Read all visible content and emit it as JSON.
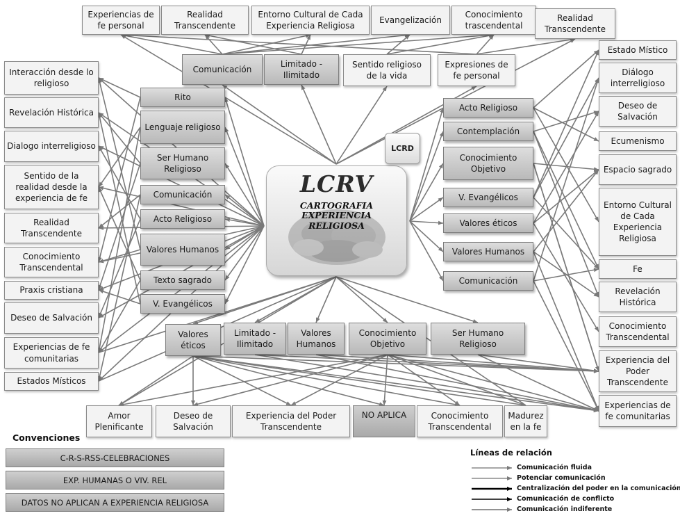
{
  "center": {
    "title": "LCRV",
    "subtitle": [
      "CARTOGRAFIA",
      "EXPERIENCIA",
      "RELIGIOSA"
    ],
    "badge": "LCRD"
  },
  "top_row": [
    "Experiencias de fe personal",
    "Realidad Transcendente",
    "Entorno Cultural de Cada Experiencia Religiosa",
    "Evangelización",
    "Conocimiento trascendental",
    "Realidad Transcendente"
  ],
  "top_inner": [
    "Comunicación",
    "Limitado - Ilimitado",
    "Sentido religioso de la vida",
    "Expresiones de fe personal"
  ],
  "left_outer": [
    "Interacción desde lo religioso",
    "Revelación Histórica",
    "Dialogo interreligioso",
    "Sentido de la realidad desde la experiencia de fe",
    "Realidad Transcendente",
    "Conocimiento Transcendental",
    "Praxis cristiana",
    "Deseo de Salvación",
    "Experiencias de fe comunitarias",
    "Estados Místicos"
  ],
  "left_inner": [
    "Rito",
    "Lenguaje religioso",
    "Ser Humano Religioso",
    "Comunicación",
    "Acto Religioso",
    "Valores Humanos",
    "Texto sagrado",
    "V. Evangélicos"
  ],
  "right_inner": [
    "Acto Religioso",
    "Contemplación",
    "Conocimiento Objetivo",
    "V. Evangélicos",
    "Valores éticos",
    "Valores Humanos",
    "Comunicación"
  ],
  "right_outer": [
    "Estado Místico",
    "Diálogo interreligioso",
    "Deseo de Salvación",
    "Ecumenismo",
    "Espacio sagrado",
    "Entorno Cultural de Cada Experiencia Religiosa",
    "Fe",
    "Revelación Histórica",
    "Conocimiento Transcendental",
    "Experiencia del Poder Transcendente",
    "Experiencias de fe comunitarias"
  ],
  "bottom_inner": [
    "Valores éticos",
    "Limitado - Ilimitado",
    "Valores Humanos",
    "Conocimiento Objetivo",
    "Ser Humano Religioso"
  ],
  "bottom_row": [
    "Amor Plenificante",
    "Deseo de Salvación",
    "Experiencia del Poder Transcendente",
    "NO APLICA",
    "Conocimiento Transcendental",
    "Madurez en la fe"
  ],
  "conventions": {
    "title": "Convenciones",
    "items": [
      "C-R-S-RSS-CELEBRACIONES",
      "EXP. HUMANAS O VIV. REL",
      "DATOS NO APLICAN A EXPERIENCIA RELIGIOSA"
    ]
  },
  "legend": {
    "title": "Líneas de relación",
    "items": [
      "Comunicación fluida",
      "Potenciar comunicación",
      "Centralización del poder en la comunicación",
      "Comunicación de conflicto",
      "Comunicación indiferente"
    ]
  },
  "colors": {
    "line": "#7a7a7a",
    "box_fill": "#f3f3f3",
    "gray_box": "#c4c4c4"
  }
}
